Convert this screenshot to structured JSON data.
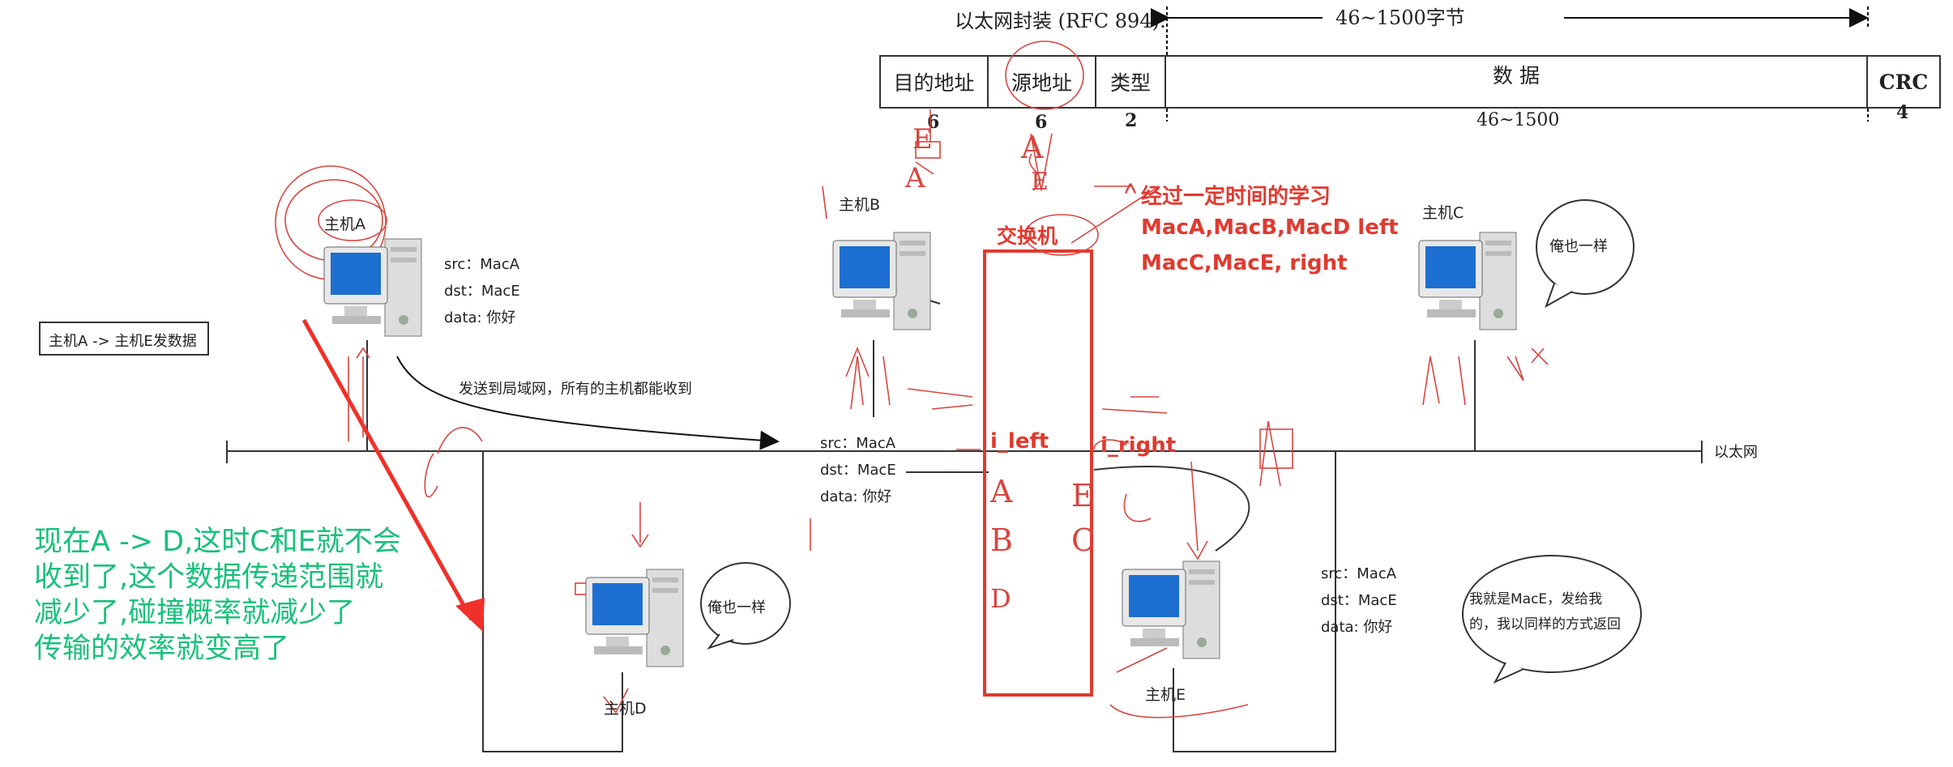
{
  "frame": {
    "title": "以太网封装 (RFC 894):",
    "span_label": "46~1500字节",
    "fields": [
      {
        "label": "目的地址",
        "size": "6"
      },
      {
        "label": "源地址",
        "size": "6"
      },
      {
        "label": "类型",
        "size": "2"
      },
      {
        "label": "数 据",
        "size": "46~1500"
      },
      {
        "label": "CRC",
        "size": "4"
      }
    ]
  },
  "hosts": {
    "a": "主机A",
    "b": "主机B",
    "c": "主机C",
    "d": "主机D",
    "e": "主机E"
  },
  "legend_box": "主机A -> 主机E发数据",
  "packet_a": {
    "src": "src：MacA",
    "dst": "dst：MacE",
    "data": "data: 你好"
  },
  "packet_mid": {
    "src": "src：MacA",
    "dst": "dst：MacE",
    "data": "data: 你好"
  },
  "packet_e": {
    "src": "src：MacA",
    "dst": "dst：MacE",
    "data": "data: 你好"
  },
  "broadcast_note": "发送到局域网，所有的主机都能收到",
  "ethernet_label": "以太网",
  "switch": {
    "label": "交换机",
    "learning": [
      "经过一定时间的学习",
      "MacA,MacB,MacD left",
      "MacC,MacE, right"
    ],
    "left_port": "i_left",
    "right_port": "i_right"
  },
  "bubbles": {
    "c": "俺也一样",
    "d": "俺也一样",
    "e": [
      "我就是MacE，发给我",
      "的，我以同样的方式返回"
    ]
  },
  "green_note": [
    "现在A -> D,这时C和E就不会",
    "收到了,这个数据传递范围就",
    "减少了,碰撞概率就减少了",
    "传输的效率就变高了"
  ],
  "handwriting": {
    "under_dst": [
      "E",
      "A"
    ],
    "under_src": [
      "A",
      "E"
    ],
    "switch_col_left": [
      "A",
      "B",
      "D"
    ],
    "switch_col_right": [
      "E",
      "C"
    ]
  },
  "colors": {
    "accent_red": "#e03a2f",
    "note_green": "#19c07a",
    "pen_red": "#d8453f"
  }
}
